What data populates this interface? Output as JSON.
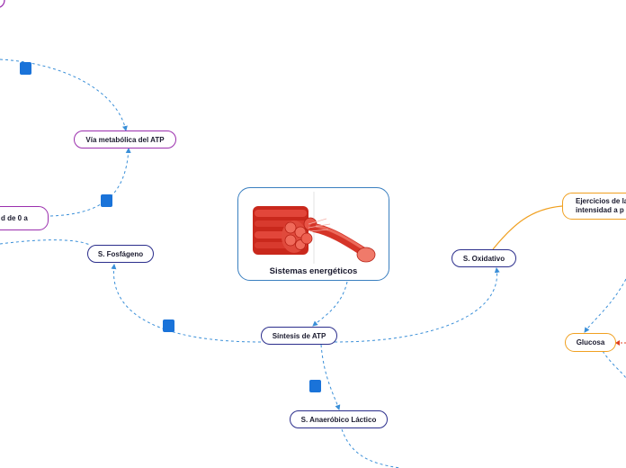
{
  "central": {
    "title": "Sistemas energéticos",
    "image": "muscle-fiber-bundle-illustration"
  },
  "nodes": {
    "via_metabolica": "Vía metabólica del ATP",
    "capacidad_cut": "d de 0 a",
    "fosfageno": "S. Fosfágeno",
    "sintesis": "Síntesis de ATP",
    "anaerobico": "S. Anaeróbico Láctico",
    "oxidativo": "S. Oxidativo",
    "ejercicios_line1": "Ejercicios de la",
    "ejercicios_line2": "intensidad a p",
    "glucosa": "Glucosa"
  },
  "colors": {
    "connector": "#3a8fd8",
    "purple": "#9b2fae",
    "navy": "#2b2e8c",
    "orange": "#f0a020",
    "handle": "#1a73d9",
    "arrow_red": "#e04020"
  }
}
